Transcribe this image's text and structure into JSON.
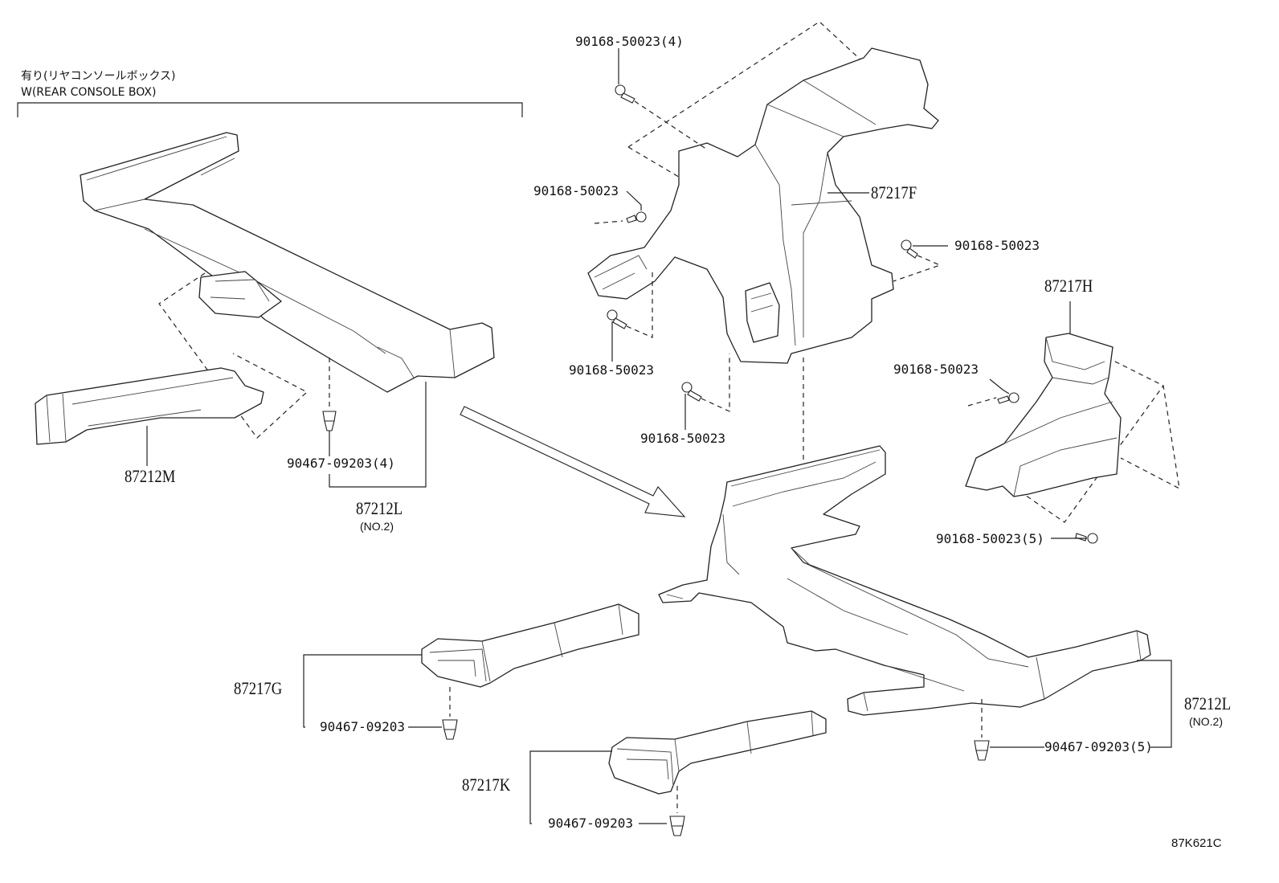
{
  "header": {
    "jp": "有り(リヤコンソールボックス)",
    "en": "W(REAR CONSOLE BOX)"
  },
  "parts": {
    "p_87212M": "87212M",
    "p_87212L_top": "87212L",
    "p_87212L_top_sub": "(NO.2)",
    "p_87217F": "87217F",
    "p_87217H": "87217H",
    "p_87217G": "87217G",
    "p_87217K": "87217K",
    "p_87212L_right": "87212L",
    "p_87212L_right_sub": "(NO.2)"
  },
  "fasteners": {
    "f1": "90467-09203(4)",
    "f2": "90168-50023(4)",
    "f3": "90168-50023",
    "f4": "90168-50023",
    "f5": "90168-50023",
    "f6": "90168-50023",
    "f7": "90168-50023",
    "f8": "90168-50023(5)",
    "f9": "90467-09203",
    "f10": "90467-09203",
    "f11": "90467-09203(5)"
  },
  "figure_ref": "87K621C"
}
